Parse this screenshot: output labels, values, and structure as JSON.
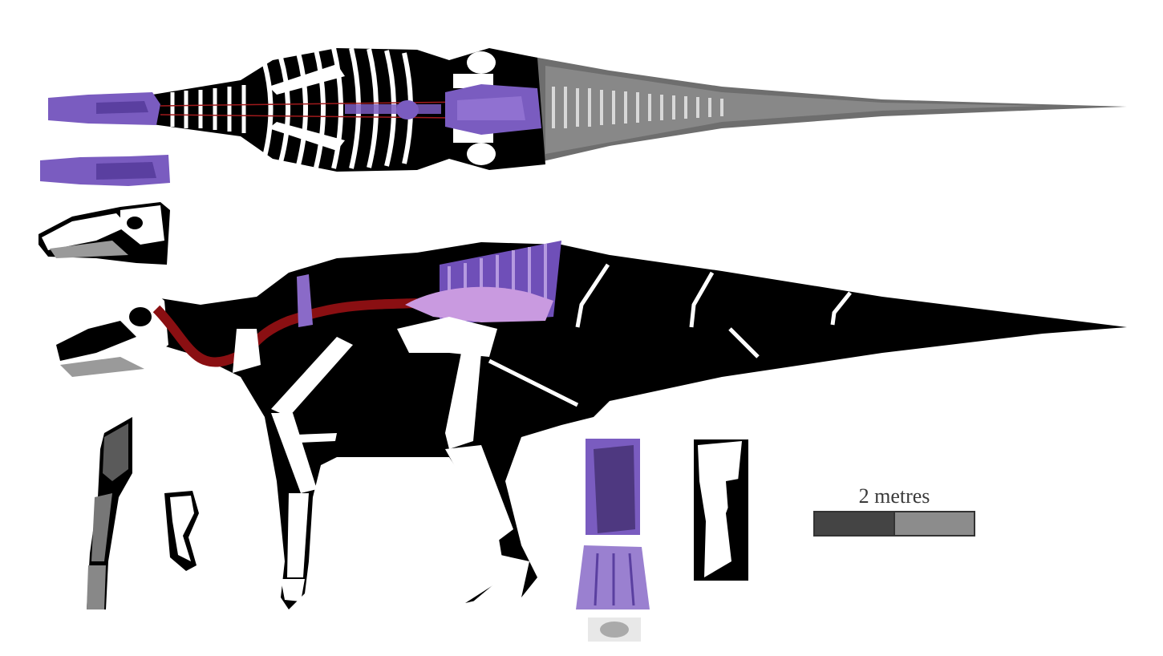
{
  "scale_bar": {
    "label": "2 metres",
    "segments": [
      {
        "shade": "dark",
        "color": "#444444"
      },
      {
        "shade": "light",
        "color": "#8c8c8c"
      }
    ]
  },
  "colors": {
    "silhouette": "#000000",
    "bone": "#ffffff",
    "preserved_material": "#7a5cc0",
    "preserved_light": "#b894d8",
    "spinal_cord": "#8a0f12",
    "tail_reconstruction": "#6a6a6a",
    "background": "#ffffff"
  },
  "icons": [
    "skeleton-dorsal-view",
    "skeleton-lateral-view",
    "skull-dorsal",
    "skull-lateral",
    "limb-elements",
    "foot-element",
    "fossil-photo"
  ]
}
